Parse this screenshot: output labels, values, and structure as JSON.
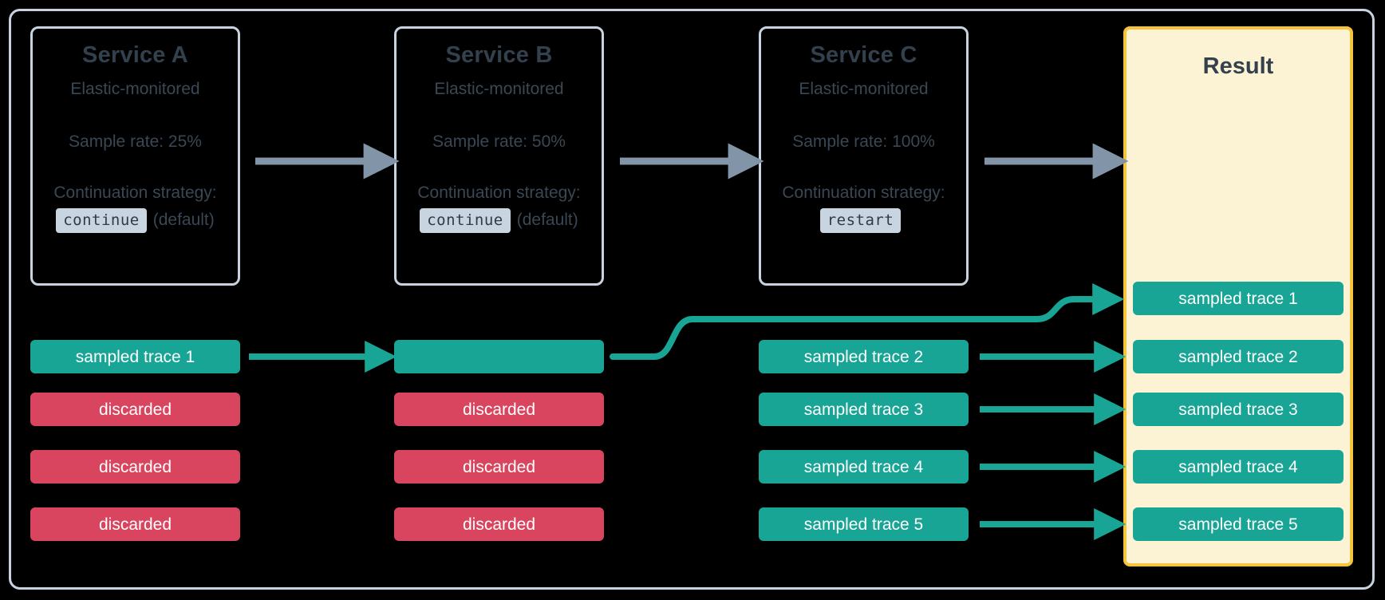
{
  "diagram": {
    "title": "Distributed tracing sampling across services",
    "colors": {
      "background": "#000000",
      "frame_border": "#C7D3E0",
      "panel_border": "#C7D3E0",
      "text_dark": "#33404D",
      "sampled_green": "#19A596",
      "discarded_red": "#D9455E",
      "gray_arrow": "#8295A8",
      "result_fill": "#FCF3D4",
      "result_border": "#F5C43B",
      "code_badge_bg": "#C8D4DF"
    }
  },
  "services": [
    {
      "id": "service-a",
      "title": "Service A",
      "subtitle": "Elastic-monitored",
      "sample_rate": "Sample rate: 25%",
      "strategy_label": "Continuation strategy:",
      "strategy_value": "continue",
      "strategy_note": "(default)"
    },
    {
      "id": "service-b",
      "title": "Service B",
      "subtitle": "Elastic-monitored",
      "sample_rate": "Sample rate: 50%",
      "strategy_label": "Continuation strategy:",
      "strategy_value": "continue",
      "strategy_note": "(default)"
    },
    {
      "id": "service-c",
      "title": "Service C",
      "subtitle": "Elastic-monitored",
      "sample_rate": "Sample rate: 100%",
      "strategy_label": "Continuation strategy:",
      "strategy_value": "restart",
      "strategy_note": ""
    }
  ],
  "result": {
    "title": "Result",
    "traces": [
      "sampled trace 1",
      "sampled trace 2",
      "sampled trace 3",
      "sampled trace 4",
      "sampled trace 5"
    ]
  },
  "columns": {
    "service_a_traces": [
      {
        "label": "sampled trace 1",
        "state": "sampled"
      },
      {
        "label": "discarded",
        "state": "discarded"
      },
      {
        "label": "discarded",
        "state": "discarded"
      },
      {
        "label": "discarded",
        "state": "discarded"
      }
    ],
    "service_b_traces": [
      {
        "label": "",
        "state": "sampled"
      },
      {
        "label": "discarded",
        "state": "discarded"
      },
      {
        "label": "discarded",
        "state": "discarded"
      },
      {
        "label": "discarded",
        "state": "discarded"
      }
    ],
    "service_c_traces": [
      {
        "label": "sampled trace 2",
        "state": "sampled"
      },
      {
        "label": "sampled trace 3",
        "state": "sampled"
      },
      {
        "label": "sampled trace 4",
        "state": "sampled"
      },
      {
        "label": "sampled trace 5",
        "state": "sampled"
      }
    ]
  }
}
